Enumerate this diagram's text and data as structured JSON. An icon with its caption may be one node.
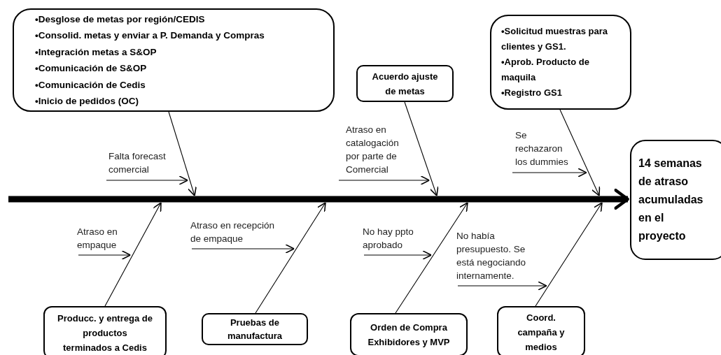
{
  "diagram": {
    "nodes": [
      {
        "text": [
          "•Desglose de metas por región/CEDIS",
          "•Consolid. metas y enviar a P. Demanda y Compras",
          "•Integración metas a S&OP",
          "•Comunicación de S&OP",
          "•Comunicación de Cedis",
          "•Inicio de pedidos (OC)"
        ]
      },
      {
        "text": [
          "Falta forecast comercial"
        ]
      },
      {
        "text": [
          "Acuerdo ajuste de metas"
        ]
      },
      {
        "text": [
          "Atraso en catalogación por parte de Comercial"
        ]
      },
      {
        "text": [
          "•Solicitud muestras para clientes y GS1.",
          "•Aprob. Producto de maquila",
          "•Registro GS1"
        ]
      },
      {
        "text": [
          "Se rechazaron los dummies"
        ]
      },
      {
        "text": [
          "14 semanas de atraso acumuladas en el proyecto"
        ]
      },
      {
        "text": [
          "Atraso en empaque"
        ]
      },
      {
        "text": [
          "Atraso en recepción de empaque"
        ]
      },
      {
        "text": [
          "No hay ppto aprobado"
        ]
      },
      {
        "text": [
          "No había presupuesto. Se está negociando internamente."
        ]
      },
      {
        "text": [
          "Producc. y entrega de productos terminados a Cedis"
        ]
      },
      {
        "text": [
          "Pruebas de manufactura"
        ]
      },
      {
        "text": [
          "Orden de Compra Exhibidores y MVP"
        ]
      },
      {
        "text": [
          "Coord. campaña y medios"
        ]
      }
    ],
    "edges": [
      {
        "from": null,
        "to": 6,
        "arrow": "to",
        "style": "thick"
      },
      {
        "from": 0,
        "to": null,
        "arrow": "to"
      },
      {
        "from": 2,
        "to": null,
        "arrow": "to"
      },
      {
        "from": 4,
        "to": null,
        "arrow": "to"
      },
      {
        "from": 11,
        "to": null,
        "arrow": "to"
      },
      {
        "from": 12,
        "to": null,
        "arrow": "to"
      },
      {
        "from": 13,
        "to": null,
        "arrow": "to"
      },
      {
        "from": 14,
        "to": null,
        "arrow": "to"
      },
      {
        "from": 1,
        "to": null,
        "arrow": "to"
      },
      {
        "from": 3,
        "to": null,
        "arrow": "to"
      },
      {
        "from": 5,
        "to": null,
        "arrow": "to"
      },
      {
        "from": 7,
        "to": null,
        "arrow": "to"
      },
      {
        "from": 8,
        "to": null,
        "arrow": "to"
      },
      {
        "from": 9,
        "to": null,
        "arrow": "to"
      },
      {
        "from": 10,
        "to": null,
        "arrow": "to"
      }
    ]
  }
}
